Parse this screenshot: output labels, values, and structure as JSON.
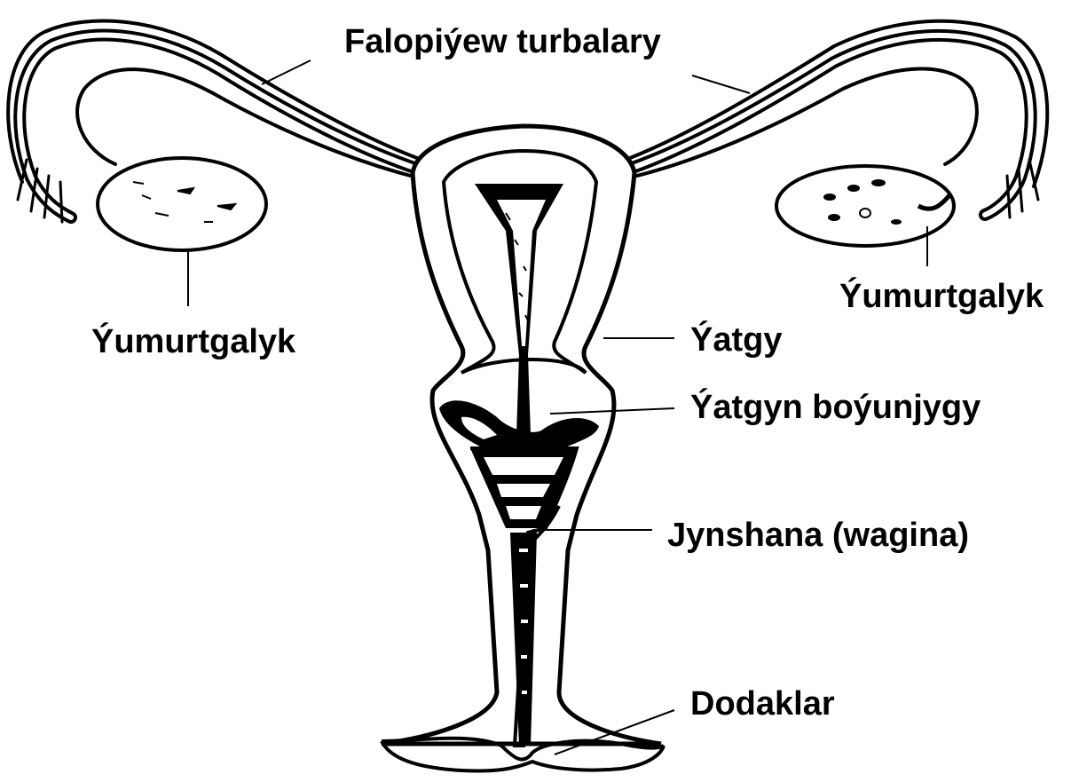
{
  "diagram": {
    "labels": {
      "fallopian_tubes": "Falopiýew turbalary",
      "ovary_left": "Ýumurtgalyk",
      "ovary_right": "Ýumurtgalyk",
      "uterus": "Ýatgy",
      "cervix": "Ýatgyn boýunjygy",
      "vagina": "Jynshana (wagina)",
      "labia": "Dodaklar"
    }
  }
}
